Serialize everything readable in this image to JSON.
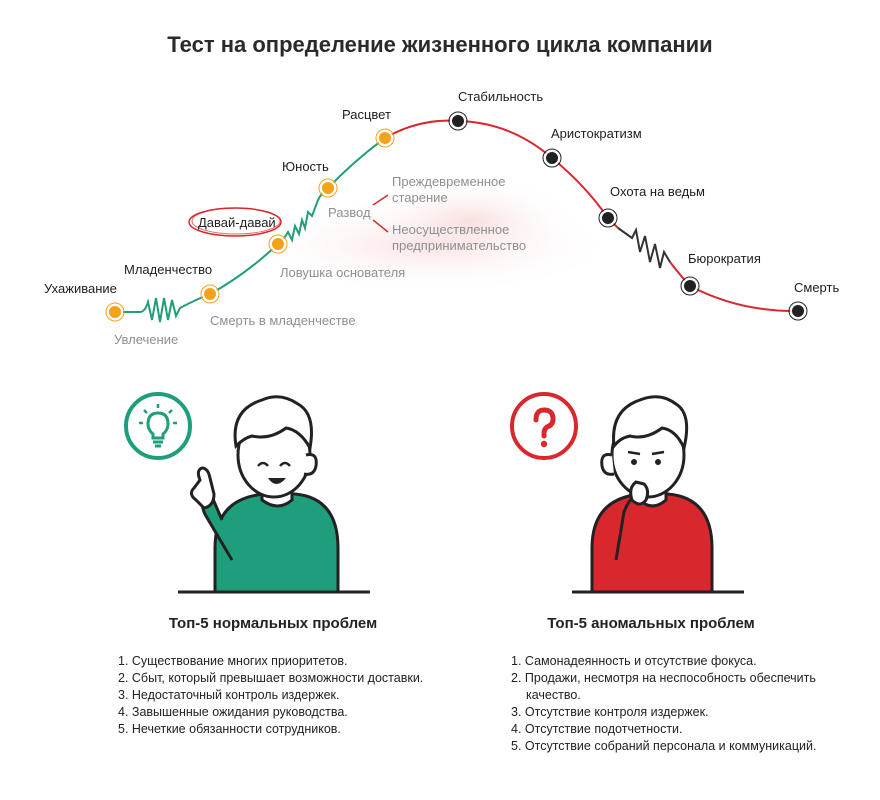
{
  "title": "Тест на определение жизненного цикла компании",
  "diagram": {
    "stages": {
      "courtship": "Ухаживание",
      "infancy": "Младенчество",
      "go_go": "Давай-давай",
      "adolescence": "Юность",
      "prime": "Расцвет",
      "stability": "Стабильность",
      "aristocracy": "Аристократизм",
      "witch_hunt": "Охота на ведьм",
      "bureaucracy": "Бюрократия",
      "death": "Смерть"
    },
    "traps": {
      "affair": "Увлечение",
      "infant_mortality": "Смерть в младенчестве",
      "founder_trap": "Ловушка основателя",
      "divorce": "Развод",
      "premature_aging_1": "Преждевременное",
      "premature_aging_2": "старение",
      "unfulfilled_1": "Неосуществленное",
      "unfulfilled_2": "предпринимательство"
    },
    "colors": {
      "growth": "#1e9e7a",
      "decline": "#d9272e",
      "dot": "#f5a21b",
      "dark_dot": "#222222"
    }
  },
  "normal": {
    "heading": "Топ-5 нормальных проблем",
    "items": [
      "1. Существование многих приоритетов.",
      "2. Сбыт, который превышает возможности доставки.",
      "3. Недостаточный контроль издержек.",
      "4. Завышенные ожидания руководства.",
      "5. Нечеткие обязанности сотрудников."
    ],
    "icon": "lightbulb-icon",
    "color": "#1e9e7a"
  },
  "abnormal": {
    "heading": "Топ-5 аномальных проблем",
    "items": [
      "1. Самонадеянность и отсутствие фокуса.",
      "2. Продажи, несмотря на неспособность обеспечить",
      "качество.",
      "3. Отсутствие контроля издержек.",
      "4. Отсутствие подотчетности.",
      "5. Отсутствие собраний персонала и коммуникаций."
    ],
    "icon": "question-mark-icon",
    "color": "#d9272e"
  }
}
